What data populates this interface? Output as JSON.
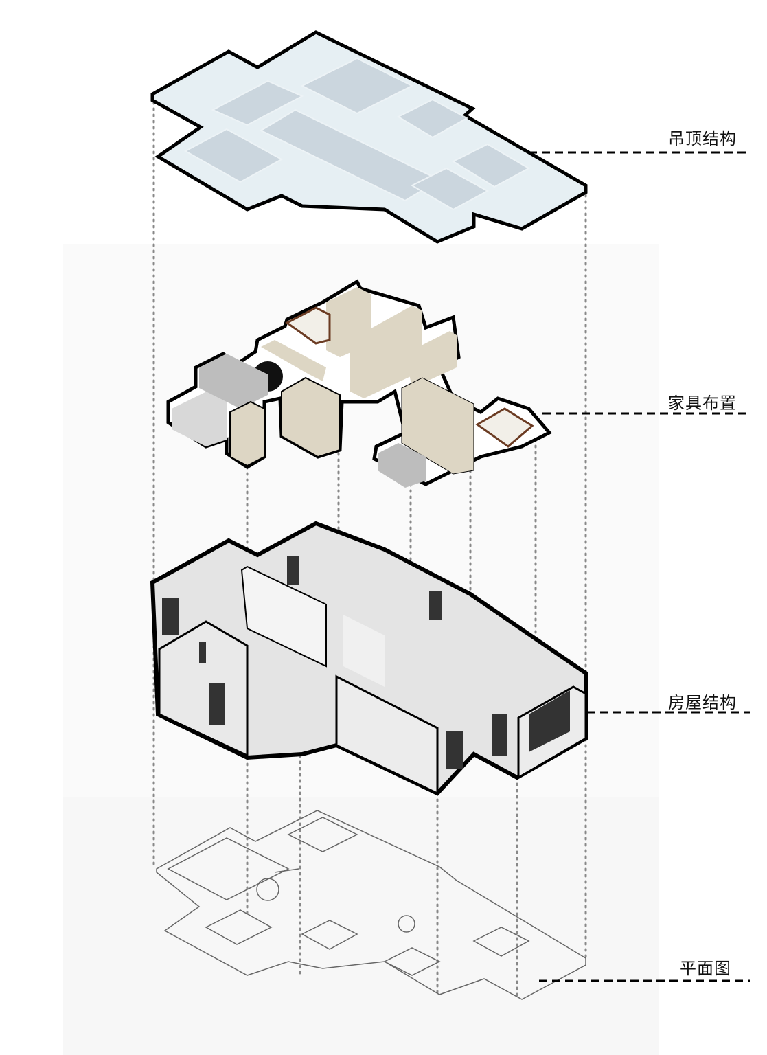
{
  "layers": [
    {
      "name": "ceiling",
      "label": "吊顶结构"
    },
    {
      "name": "furniture",
      "label": "家具布置"
    },
    {
      "name": "structure",
      "label": "房屋结构"
    },
    {
      "name": "floor-plan",
      "label": "平面图"
    }
  ],
  "colors": {
    "outline": "#000000",
    "ceiling_fill": "#e6eff3",
    "ceiling_panel": "#c9d4dc",
    "wall": "#e2e2e2",
    "wood": "#ddd6c4",
    "leader": "#000000",
    "dotted": "#888888"
  }
}
